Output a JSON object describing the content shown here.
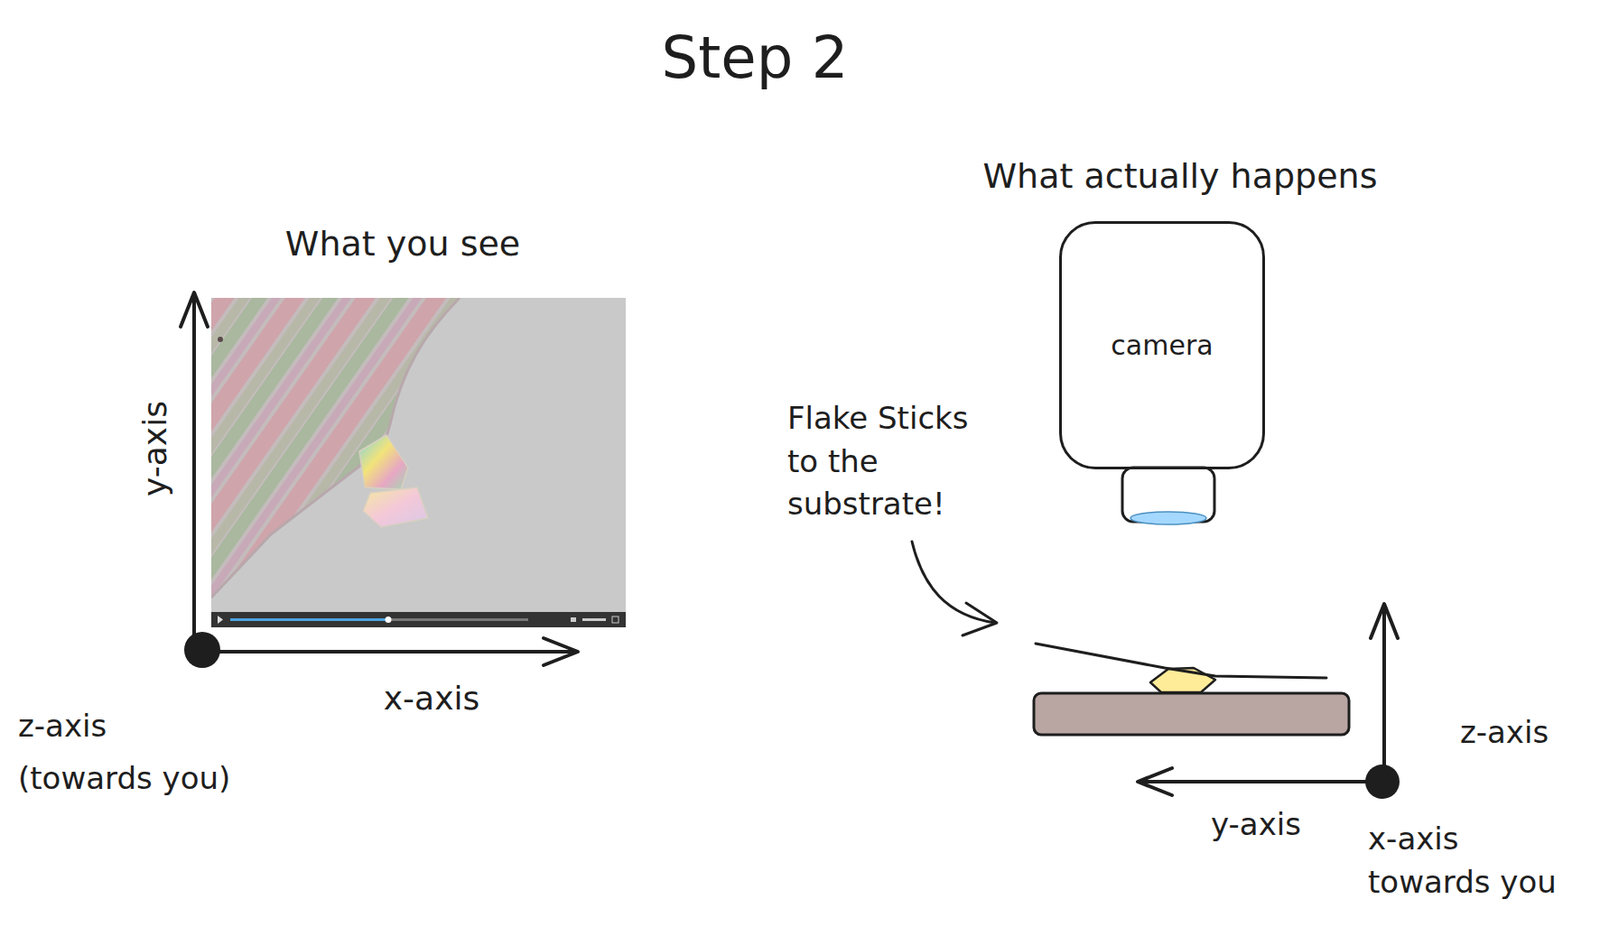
{
  "diagram": {
    "title": "Step 2",
    "nodes": [
      {
        "text": [
          "camera"
        ]
      }
    ],
    "labels": [
      "What you see",
      "y-axis",
      "x-axis",
      "z-axis (towards you)",
      "What actually happens",
      "Flake Sticks to the substrate!",
      "z-axis",
      "y-axis",
      "x-axis towards you"
    ]
  }
}
